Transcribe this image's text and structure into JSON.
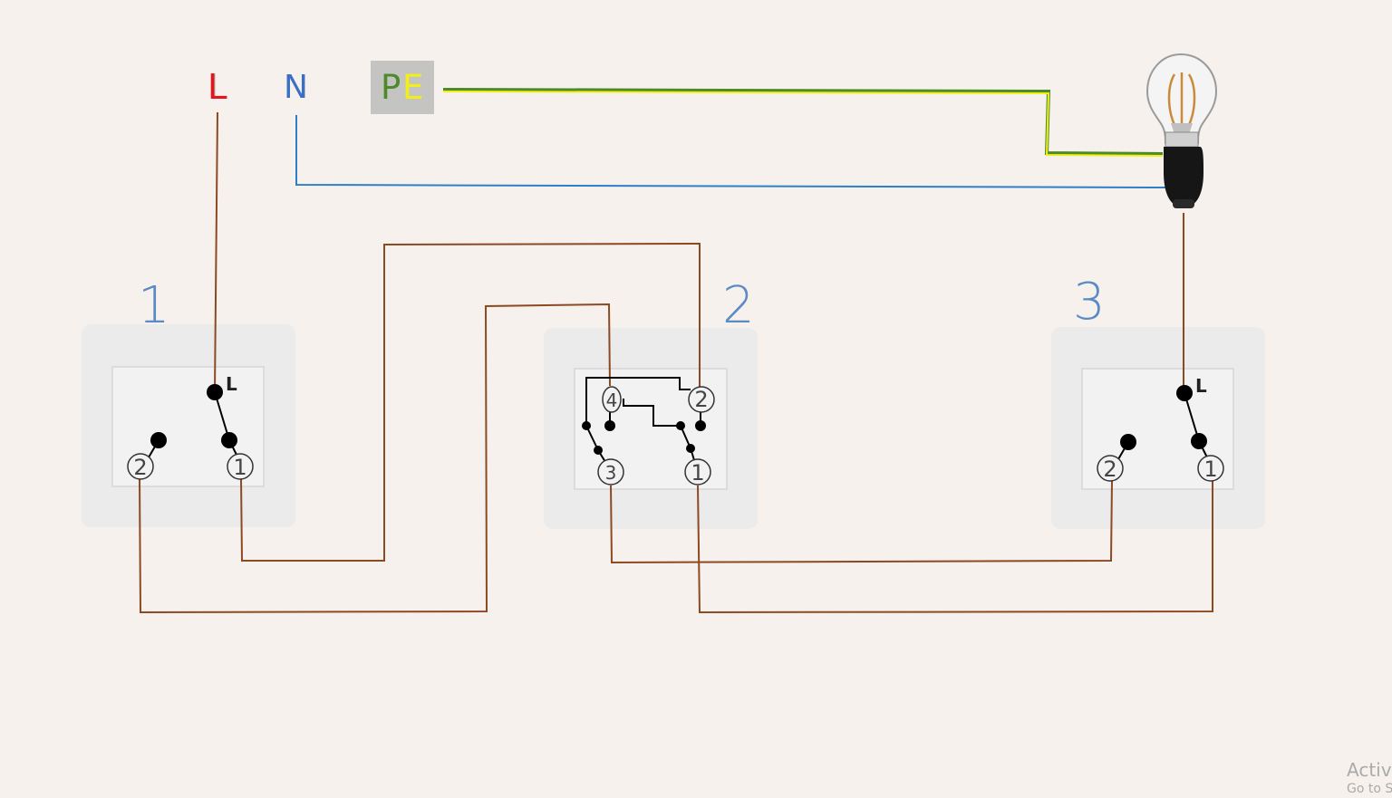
{
  "supply": {
    "live": "L",
    "neutral": "N",
    "protective_earth_p": "P",
    "protective_earth_e": "E"
  },
  "switches": [
    {
      "number": "1",
      "live_terminal": "L",
      "terminal_left": "2",
      "terminal_right": "1"
    },
    {
      "number": "2",
      "terminals": [
        "4",
        "2",
        "3",
        "1"
      ]
    },
    {
      "number": "3",
      "live_terminal": "L",
      "terminal_left": "2",
      "terminal_right": "1"
    }
  ],
  "colors": {
    "background": "#f7f1ee",
    "switch_wire": "#8b4a22",
    "neutral_wire": "#2e7fc7",
    "earth_wire_green": "#4f8a2a",
    "earth_wire_yellow": "#f2ee1a",
    "live_label": "#e8141c",
    "neutral_label": "#3b6fc4",
    "switch_number": "#5b8bc4"
  },
  "icons": [
    "light-bulb-icon"
  ],
  "watermark": {
    "line1": "Activa",
    "line2": "Go to S"
  }
}
